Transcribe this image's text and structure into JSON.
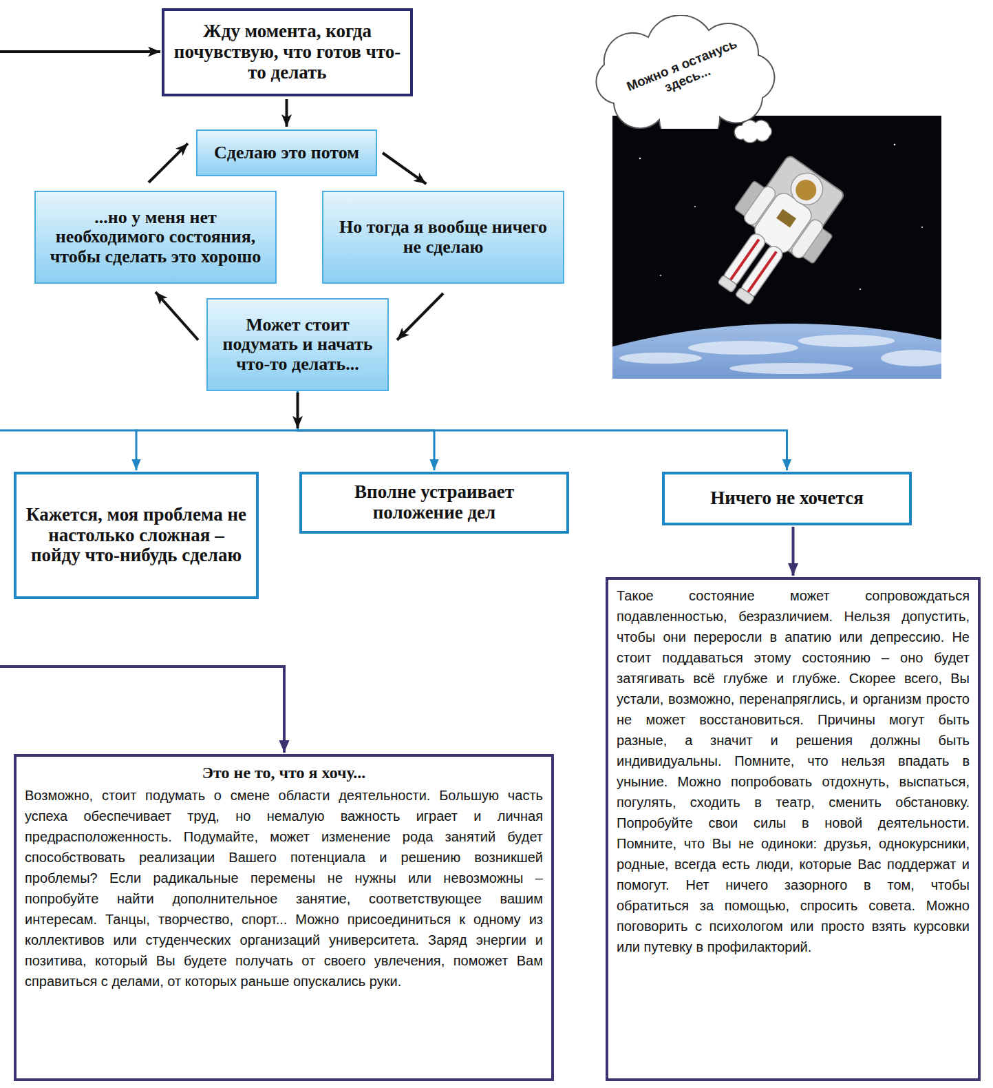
{
  "diagram": {
    "nodes": [
      {
        "text": [
          "Жду момента, когда почувствую, что готов что-то делать"
        ]
      },
      {
        "text": [
          "Можно я останусь здесь..."
        ]
      },
      {
        "text": [
          "Сделаю это потом"
        ]
      },
      {
        "text": [
          "...но у меня нет необходимого состояния, чтобы сделать это хорошо"
        ]
      },
      {
        "text": [
          "Но тогда я вообще ничего не сделаю"
        ]
      },
      {
        "text": [
          "Может стоит подумать и начать что-то делать..."
        ]
      },
      {
        "text": [
          "Кажется, моя проблема не настолько сложная – пойду что-нибудь сделаю"
        ]
      },
      {
        "text": [
          "Вполне устраивает положение дел"
        ]
      },
      {
        "text": [
          "Ничего не хочется"
        ]
      },
      {
        "text": [
          "Такое состояние может сопровождаться подавленностью, безразличием. Нельзя допустить, чтобы они переросли в апатию или депрессию. Не стоит поддаваться этому состоянию – оно будет затягивать всё глубже и глубже. Скорее всего, Вы устали, возможно, перенапряглись, и организм просто не может восстановиться. Причины могут быть разные, а значит и решения должны быть индивидуальны. Помните, что нельзя впадать в уныние. Можно попробовать отдохнуть, выспаться, погулять, сходить в театр, сменить обстановку. Попробуйте свои силы в новой деятельности. Помните, что Вы не одиноки: друзья, однокурсники, родные, всегда есть люди, которые Вас поддержат и помогут. Нет ничего зазорного в том, чтобы обратиться за помощью, спросить совета. Можно поговорить с психологом или просто взять курсовки или путевку в профилакторий."
        ]
      },
      {
        "text": [
          "Это не то, что я хочу...",
          "Возможно, стоит подумать о смене области деятельности. Большую часть успеха обеспечивает труд, но немалую важность играет и личная предрасположенность. Подумайте, может изменение рода занятий будет способствовать реализации Вашего потенциала и решению возникшей проблемы? Если радикальные перемены не нужны или невозможны – попробуйте найти дополнительное занятие, соответствующее вашим интересам. Танцы, творчество, спорт... Можно присоединиться к одному из коллективов или студенческих организаций университета. Заряд энергии и позитива, который Вы будете получать от своего увлечения, поможет Вам справиться с делами, от которых раньше опускались руки."
        ]
      }
    ],
    "edges": [
      {
        "from": 0,
        "to": 2,
        "arrow": "to"
      },
      {
        "from": 2,
        "to": 4,
        "arrow": "to"
      },
      {
        "from": 4,
        "to": 5,
        "arrow": "to"
      },
      {
        "from": 5,
        "to": 3,
        "arrow": "to"
      },
      {
        "from": 3,
        "to": 2,
        "arrow": "to"
      },
      {
        "from": 5,
        "to": 6,
        "arrow": "to"
      },
      {
        "from": 5,
        "to": 7,
        "arrow": "to"
      },
      {
        "from": 5,
        "to": 8,
        "arrow": "to"
      },
      {
        "from": 8,
        "to": 9,
        "arrow": "to"
      }
    ]
  }
}
